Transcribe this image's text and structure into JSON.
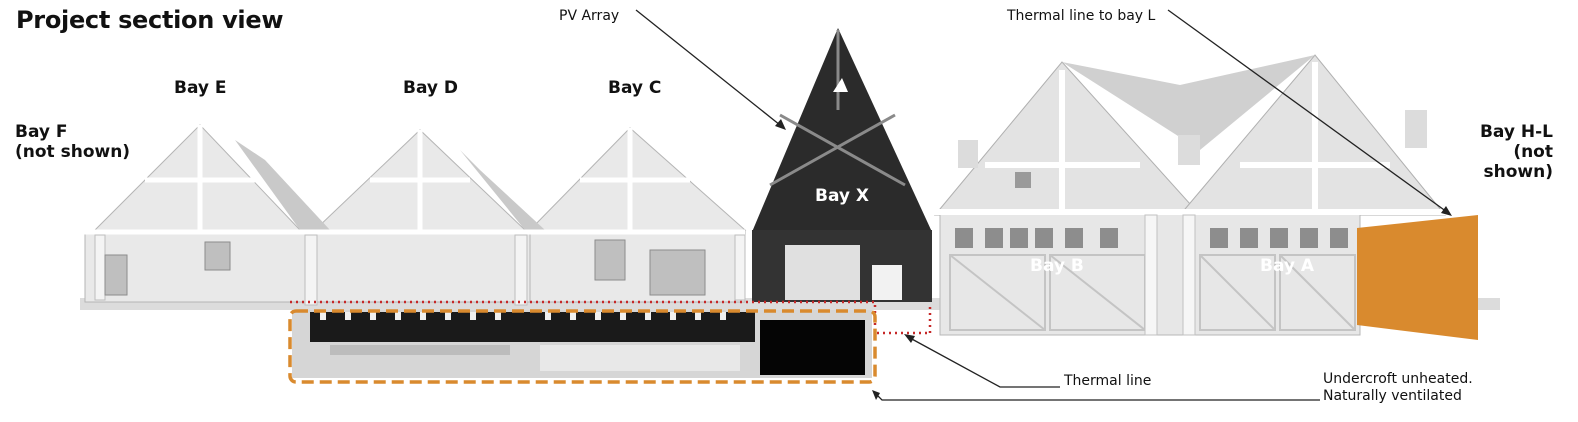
{
  "title": "Project section view",
  "labels": {
    "bay_f": [
      "Bay F",
      "(not shown)"
    ],
    "bay_e": "Bay E",
    "bay_d": "Bay D",
    "bay_c": "Bay C",
    "bay_x": "Bay X",
    "bay_b": "Bay B",
    "bay_a": "Bay A",
    "bay_hl": [
      "Bay H-L",
      "(not shown)"
    ]
  },
  "annotations": {
    "pv_array": "PV Array",
    "thermal_line_to_bay_l": "Thermal line to bay L",
    "thermal_line": "Thermal line",
    "undercroft": [
      "Undercroft unheated.",
      "Naturally ventilated"
    ]
  },
  "colors": {
    "accent_orange": "#d98a2e",
    "thermal_red": "#c62828",
    "barn_light": "#e6e6e6",
    "barn_dark": "#2a2a2a"
  }
}
